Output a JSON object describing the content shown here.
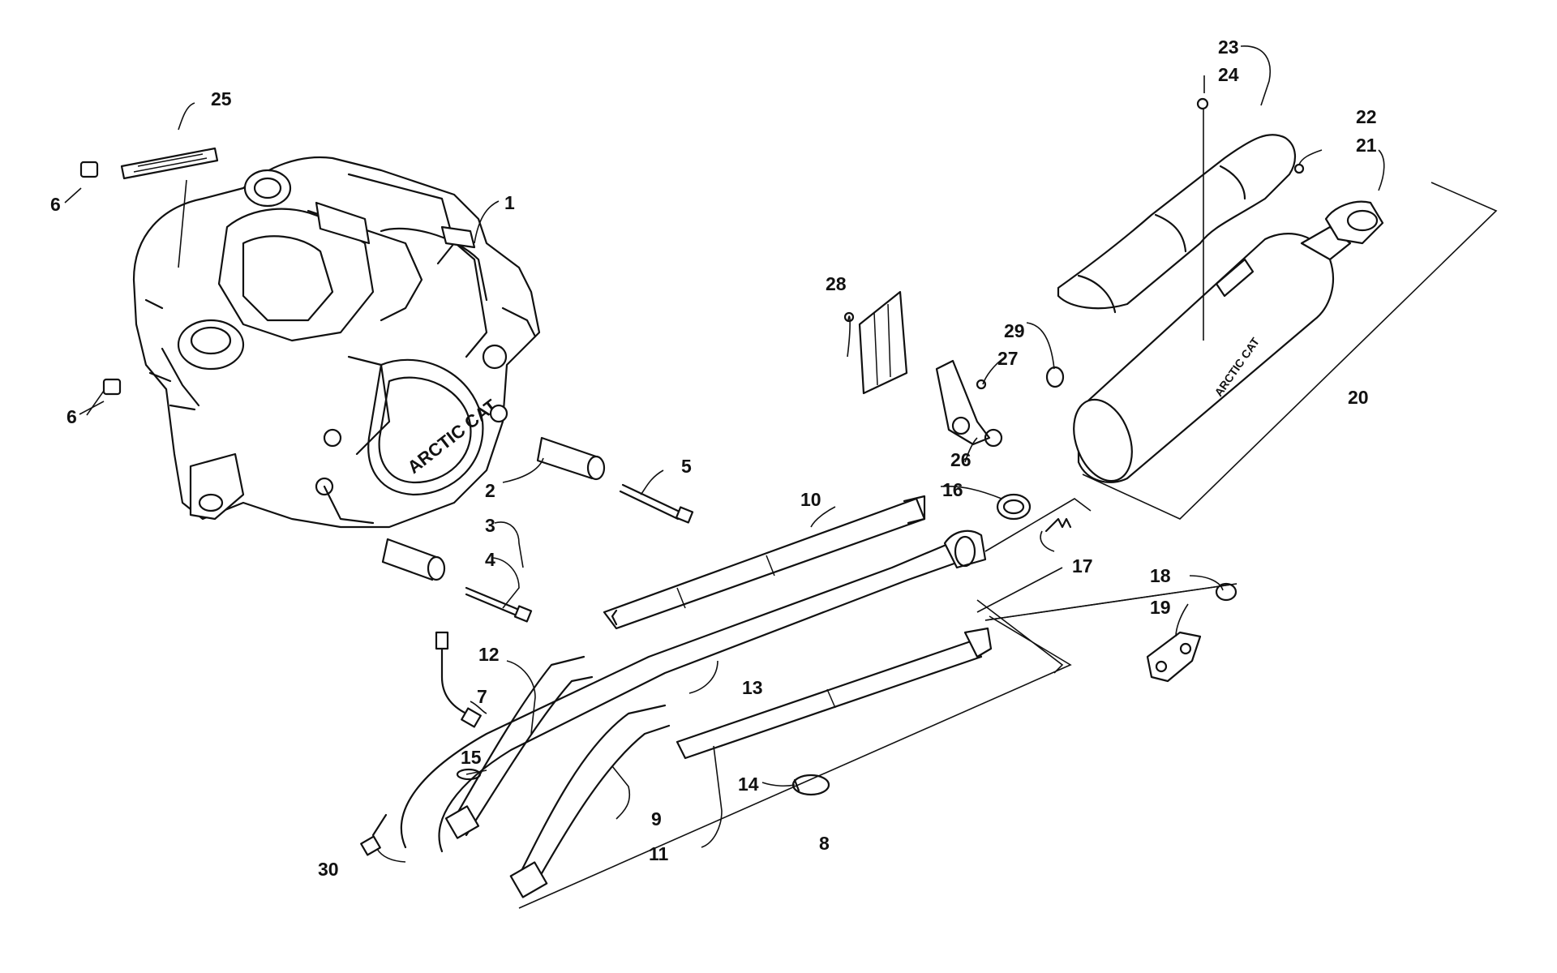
{
  "diagram": {
    "logos": {
      "engine_cover": "ARCTIC CAT",
      "muffler": "ARCTIC CAT"
    },
    "callouts": [
      {
        "id": "c1",
        "label": "1"
      },
      {
        "id": "c2",
        "label": "2"
      },
      {
        "id": "c3",
        "label": "3"
      },
      {
        "id": "c4",
        "label": "4"
      },
      {
        "id": "c5",
        "label": "5"
      },
      {
        "id": "c6a",
        "label": "6"
      },
      {
        "id": "c6b",
        "label": "6"
      },
      {
        "id": "c7",
        "label": "7"
      },
      {
        "id": "c8",
        "label": "8"
      },
      {
        "id": "c9",
        "label": "9"
      },
      {
        "id": "c10",
        "label": "10"
      },
      {
        "id": "c11",
        "label": "11"
      },
      {
        "id": "c12",
        "label": "12"
      },
      {
        "id": "c13",
        "label": "13"
      },
      {
        "id": "c14",
        "label": "14"
      },
      {
        "id": "c15",
        "label": "15"
      },
      {
        "id": "c16",
        "label": "16"
      },
      {
        "id": "c17",
        "label": "17"
      },
      {
        "id": "c18",
        "label": "18"
      },
      {
        "id": "c19",
        "label": "19"
      },
      {
        "id": "c20",
        "label": "20"
      },
      {
        "id": "c21",
        "label": "21"
      },
      {
        "id": "c22",
        "label": "22"
      },
      {
        "id": "c23",
        "label": "23"
      },
      {
        "id": "c24",
        "label": "24"
      },
      {
        "id": "c25",
        "label": "25"
      },
      {
        "id": "c26",
        "label": "26"
      },
      {
        "id": "c27",
        "label": "27"
      },
      {
        "id": "c28",
        "label": "28"
      },
      {
        "id": "c29",
        "label": "29"
      },
      {
        "id": "c30",
        "label": "30"
      }
    ]
  }
}
